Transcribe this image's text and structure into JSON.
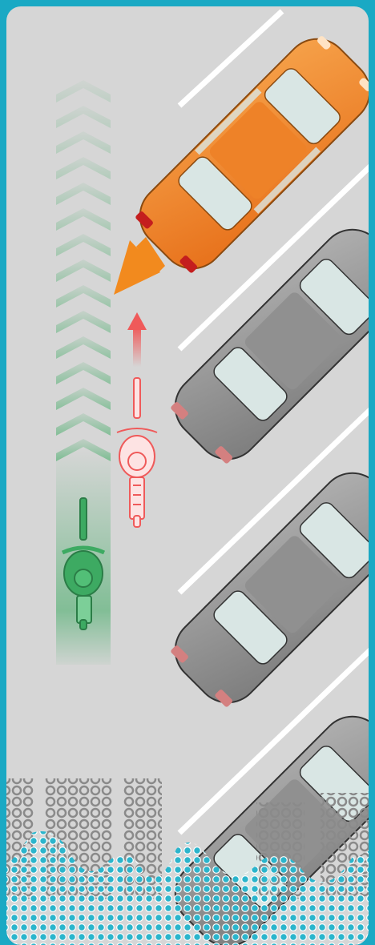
{
  "colors": {
    "frame": "#1aa9c4",
    "road": "#d6d6d6",
    "lane_line": "#ffffff",
    "orange_car": "#f08a2c",
    "grey_car": "#9a9a9a",
    "window": "#d9e6e4",
    "safe_rider": "#3daa62",
    "danger_rider": "#ef5a5a",
    "arrow_orange": "#f28a1e",
    "dots_grey": "#8a8a8a",
    "dots_cyan": "#2bb5cc"
  },
  "scene": {
    "cars": [
      {
        "name": "orange-car-door-opening",
        "color": "orange_car"
      },
      {
        "name": "parked-car-grey-1",
        "color": "grey_car"
      },
      {
        "name": "parked-car-grey-2",
        "color": "grey_car"
      },
      {
        "name": "parked-car-grey-3",
        "color": "grey_car"
      }
    ],
    "icons": [
      "bicycle-rider-safe-icon",
      "bicycle-rider-danger-icon",
      "door-zone-warning-arrow-icon",
      "forward-arrow-icon",
      "chevron-path-icon"
    ]
  }
}
